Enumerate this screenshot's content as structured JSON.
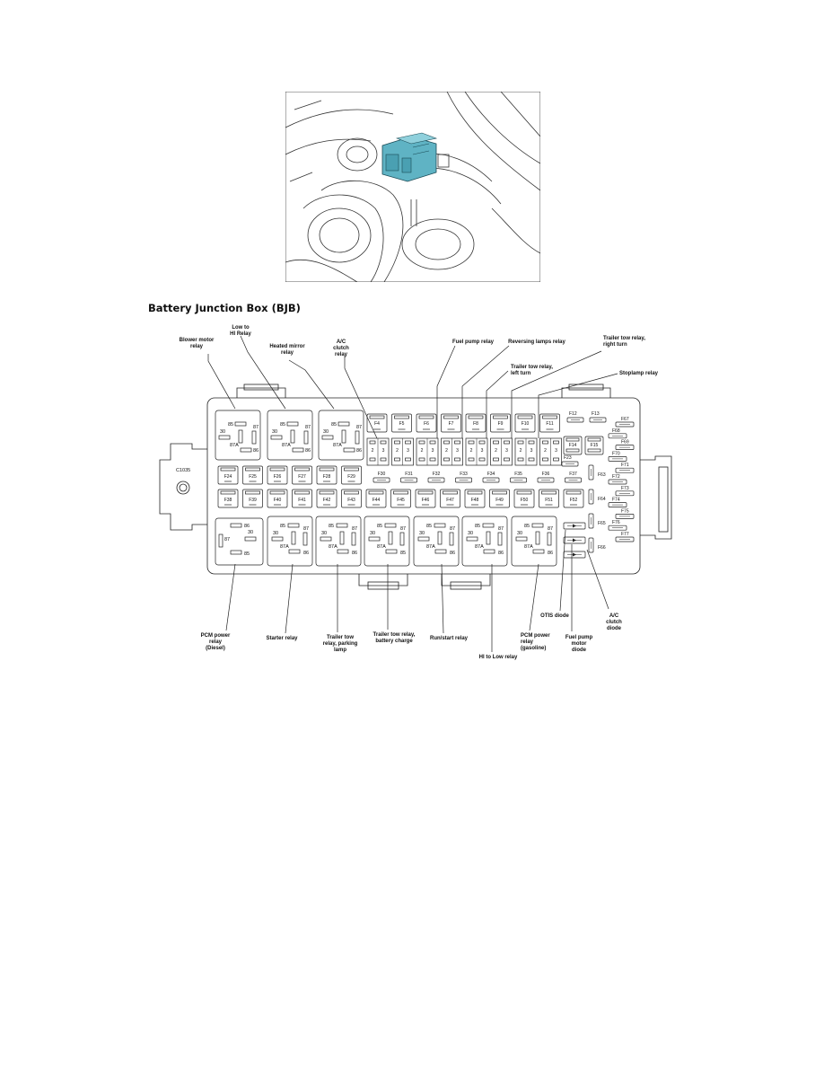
{
  "section_title": "Battery Junction Box (BJB)",
  "connector_label": "C1035",
  "upper_relays": [
    {
      "name": "blower-motor-relay",
      "callout": "Blower motor relay",
      "pins": [
        "85",
        "30",
        "87",
        "87A",
        "86"
      ]
    },
    {
      "name": "low-to-hi-relay",
      "callout": "Low to HI Relay",
      "pins": [
        "85",
        "30",
        "87",
        "87A",
        "86"
      ]
    },
    {
      "name": "heated-mirror-relay",
      "callout": "Heated mirror relay",
      "pins": [
        "85",
        "30",
        "87",
        "87A",
        "86"
      ]
    }
  ],
  "lower_relays": [
    {
      "name": "pcm-power-relay-diesel",
      "callout": "PCM power relay (Diesel)",
      "pins": [
        "86",
        "87",
        "30",
        "85"
      ]
    },
    {
      "name": "starter-relay",
      "callout": "Starter relay",
      "pins": [
        "85",
        "87",
        "30",
        "87A",
        "86"
      ]
    },
    {
      "name": "trailer-tow-relay-parking-lamp",
      "callout": "Trailer tow relay, parking lamp",
      "pins": [
        "85",
        "87",
        "30",
        "87A",
        "86"
      ]
    },
    {
      "name": "trailer-tow-relay-battery-charge",
      "callout": "Trailer tow relay, battery charge",
      "pins": [
        "85",
        "87",
        "30",
        "87A",
        "85"
      ]
    },
    {
      "name": "run-start-relay",
      "callout": "Run/start relay",
      "pins": [
        "85",
        "87",
        "30",
        "87A",
        "86"
      ]
    },
    {
      "name": "hi-to-low-relay",
      "callout": "HI to Low relay",
      "pins": [
        "85",
        "87",
        "30",
        "87A",
        "86"
      ]
    },
    {
      "name": "pcm-power-relay-gasoline",
      "callout": "PCM power relay (gasoline)",
      "pins": [
        "85",
        "87",
        "30",
        "87A",
        "86"
      ]
    }
  ],
  "top_callouts": {
    "ac_clutch_relay": "A/C clutch relay",
    "fuel_pump_relay": "Fuel pump relay",
    "reversing_lamps_relay": "Reversing lamps relay",
    "trailer_tow_left": "Trailer tow relay, left turn",
    "trailer_tow_right": "Trailer tow relay, right turn",
    "stoplamp_relay": "Stoplamp relay"
  },
  "bottom_callouts": {
    "otis_diode": "OTIS diode",
    "fuel_pump_motor_diode": "Fuel pump motor diode",
    "ac_clutch_diode": "A/C clutch diode"
  },
  "top_fuses": [
    "F4",
    "F5",
    "F6",
    "F7",
    "F8",
    "F9",
    "F10",
    "F11"
  ],
  "micro_relay_pins": [
    "2",
    "3"
  ],
  "mini_fuses": [
    "F30",
    "F31",
    "F32",
    "F33",
    "F34",
    "F35",
    "F36",
    "F37"
  ],
  "row1_fuses": [
    "F24",
    "F25",
    "F26",
    "F27",
    "F28",
    "F29"
  ],
  "row2_fuses": [
    "F38",
    "F39",
    "F40",
    "F41",
    "F42",
    "F43",
    "F44",
    "F45",
    "F46",
    "F47",
    "F48",
    "F49",
    "F50",
    "F51",
    "F52"
  ],
  "right_group": {
    "f12": "F12",
    "f13": "F13",
    "f14": "F14",
    "f15": "F15",
    "f23": "F23",
    "vertical": [
      "F63",
      "F64",
      "F65",
      "F66"
    ],
    "column": [
      "F67",
      "F68",
      "F69",
      "F70",
      "F71",
      "F72",
      "F73",
      "F74",
      "F75",
      "F76",
      "F77"
    ]
  },
  "colors": {
    "bjb_highlight": "#5fb3c4",
    "line": "#222222"
  }
}
